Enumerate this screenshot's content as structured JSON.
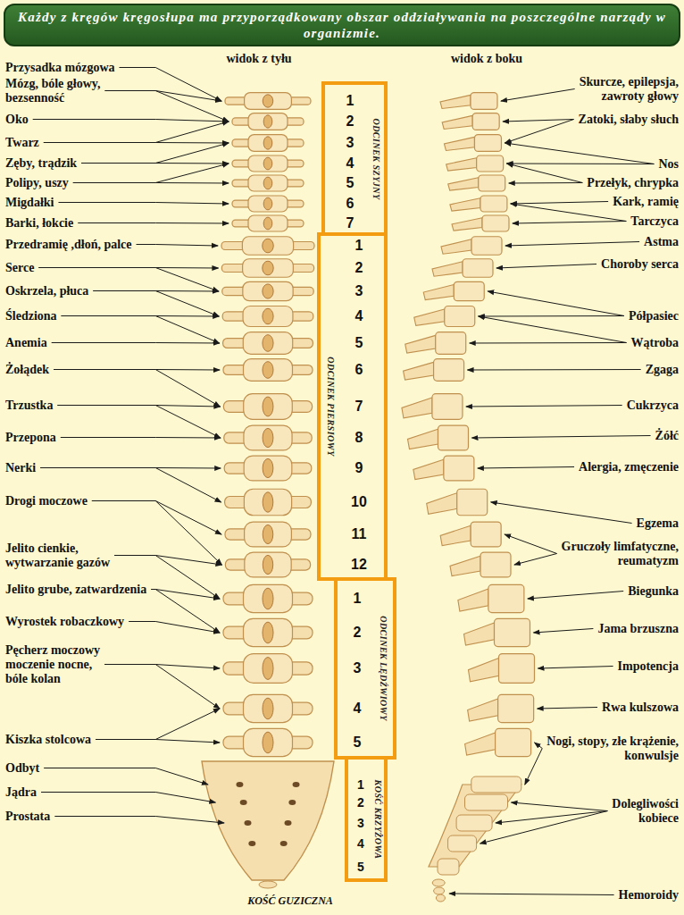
{
  "diagram": {
    "title": "Każdy z kręgów kręgosłupa ma przyporządkowany obszar oddziaływania na poszczególne narządy w organizmie.",
    "labels": [
      "widok z tyłu",
      "widok z boku",
      "Przysadka mózgowa",
      "Mózg, bóle głowy, bezsenność",
      "Oko",
      "Twarz",
      "Zęby, trądzik",
      "Polipy, uszy",
      "Migdałki",
      "Barki, łokcie",
      "Przedramię ,dłoń, palce",
      "Serce",
      "Oskrzela, płuca",
      "Śledziona",
      "Anemia",
      "Żołądek",
      "Trzustka",
      "Przepona",
      "Nerki",
      "Drogi moczowe",
      "Jelito cienkie, wytwarzanie gazów",
      "Jelito grube, zatwardzenia",
      "Wyrostek robaczkowy",
      "Pęcherz moczowy moczenie nocne, bóle kolan",
      "Kiszka stolcowa",
      "Odbyt",
      "Jądra",
      "Prostata",
      "1",
      "2",
      "3",
      "4",
      "5",
      "6",
      "7",
      "ODCINEK SZYJNY",
      "1",
      "2",
      "3",
      "4",
      "5",
      "6",
      "7",
      "8",
      "9",
      "10",
      "11",
      "12",
      "ODCINEK PIERSIOWY",
      "1",
      "2",
      "3",
      "4",
      "5",
      "ODCINEK LĘDŹWIOWY",
      "1",
      "2",
      "3",
      "4",
      "5",
      "KOŚĆ KRZYŻOWA",
      "KOŚĆ GUZICZNA",
      "Skurcze, epilepsja, zawroty głowy",
      "Zatoki, słaby słuch",
      "Nos",
      "Przełyk, chrypka",
      "Kark, ramię",
      "Tarczyca",
      "Astma",
      "Choroby serca",
      "Półpasiec",
      "Wątroba",
      "Zgaga",
      "Cukrzyca",
      "Żółć",
      "Alergia, zmęczenie",
      "Egzema",
      "Gruczoły limfatyczne, reumatyzm",
      "Biegunka",
      "Jama brzuszna",
      "Impotencja",
      "Rwa kulszowa",
      "Nogi, stopy, złe krążenie, konwulsje",
      "Dolegliwości kobiece",
      "Hemoroidy"
    ]
  }
}
